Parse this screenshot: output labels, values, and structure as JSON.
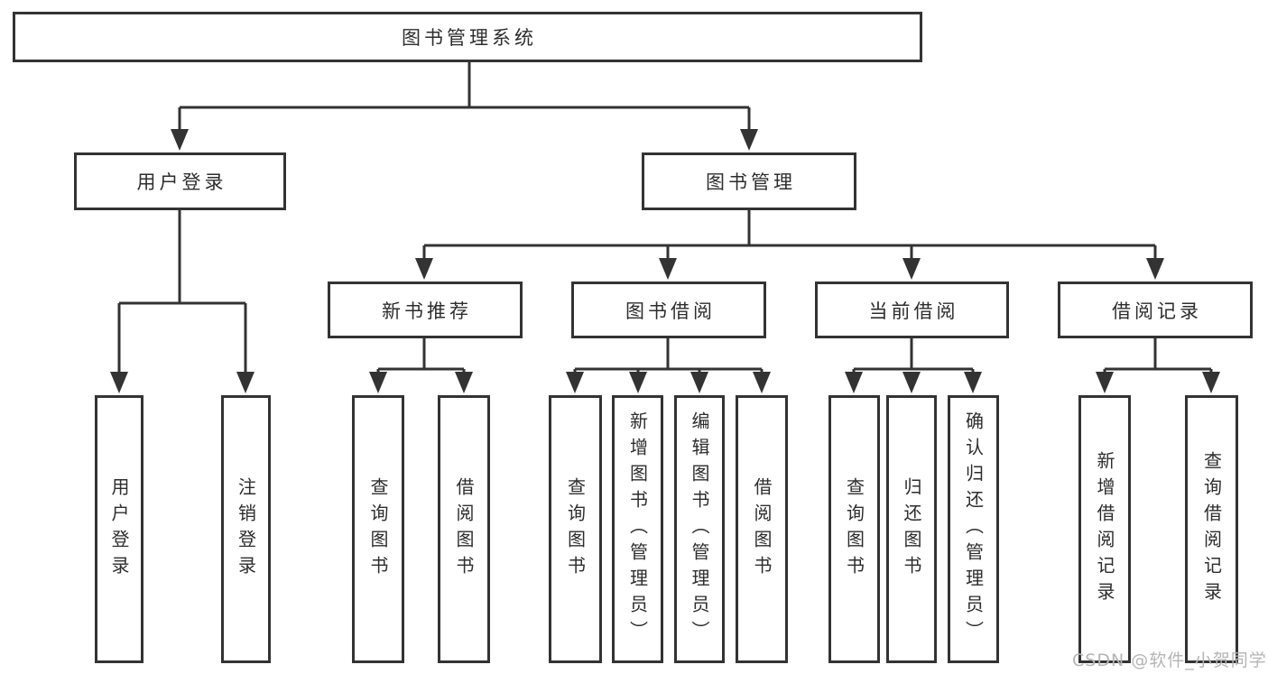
{
  "tree": {
    "root": "图书管理系统",
    "user_login": {
      "label": "用户登录",
      "children": [
        "用户登录",
        "注销登录"
      ]
    },
    "book_management": {
      "label": "图书管理",
      "groups": [
        {
          "label": "新书推荐",
          "children": [
            "查询图书",
            "借阅图书"
          ]
        },
        {
          "label": "图书借阅",
          "children": [
            "查询图书",
            "新增图书（管理员）",
            "编辑图书（管理员）",
            "借阅图书"
          ]
        },
        {
          "label": "当前借阅",
          "children": [
            "查询图书",
            "归还图书",
            "确认归还（管理员）"
          ]
        },
        {
          "label": "借阅记录",
          "children": [
            "新增借阅记录",
            "查询借阅记录"
          ]
        }
      ]
    }
  },
  "watermark": "CSDN @软件_小贺同学",
  "colors": {
    "line": "#333333",
    "box_border": "#333333",
    "box_background": "#ffffff",
    "text": "#2d2d2d",
    "watermark": "#b5b5b5",
    "page_background": "#ffffff"
  }
}
